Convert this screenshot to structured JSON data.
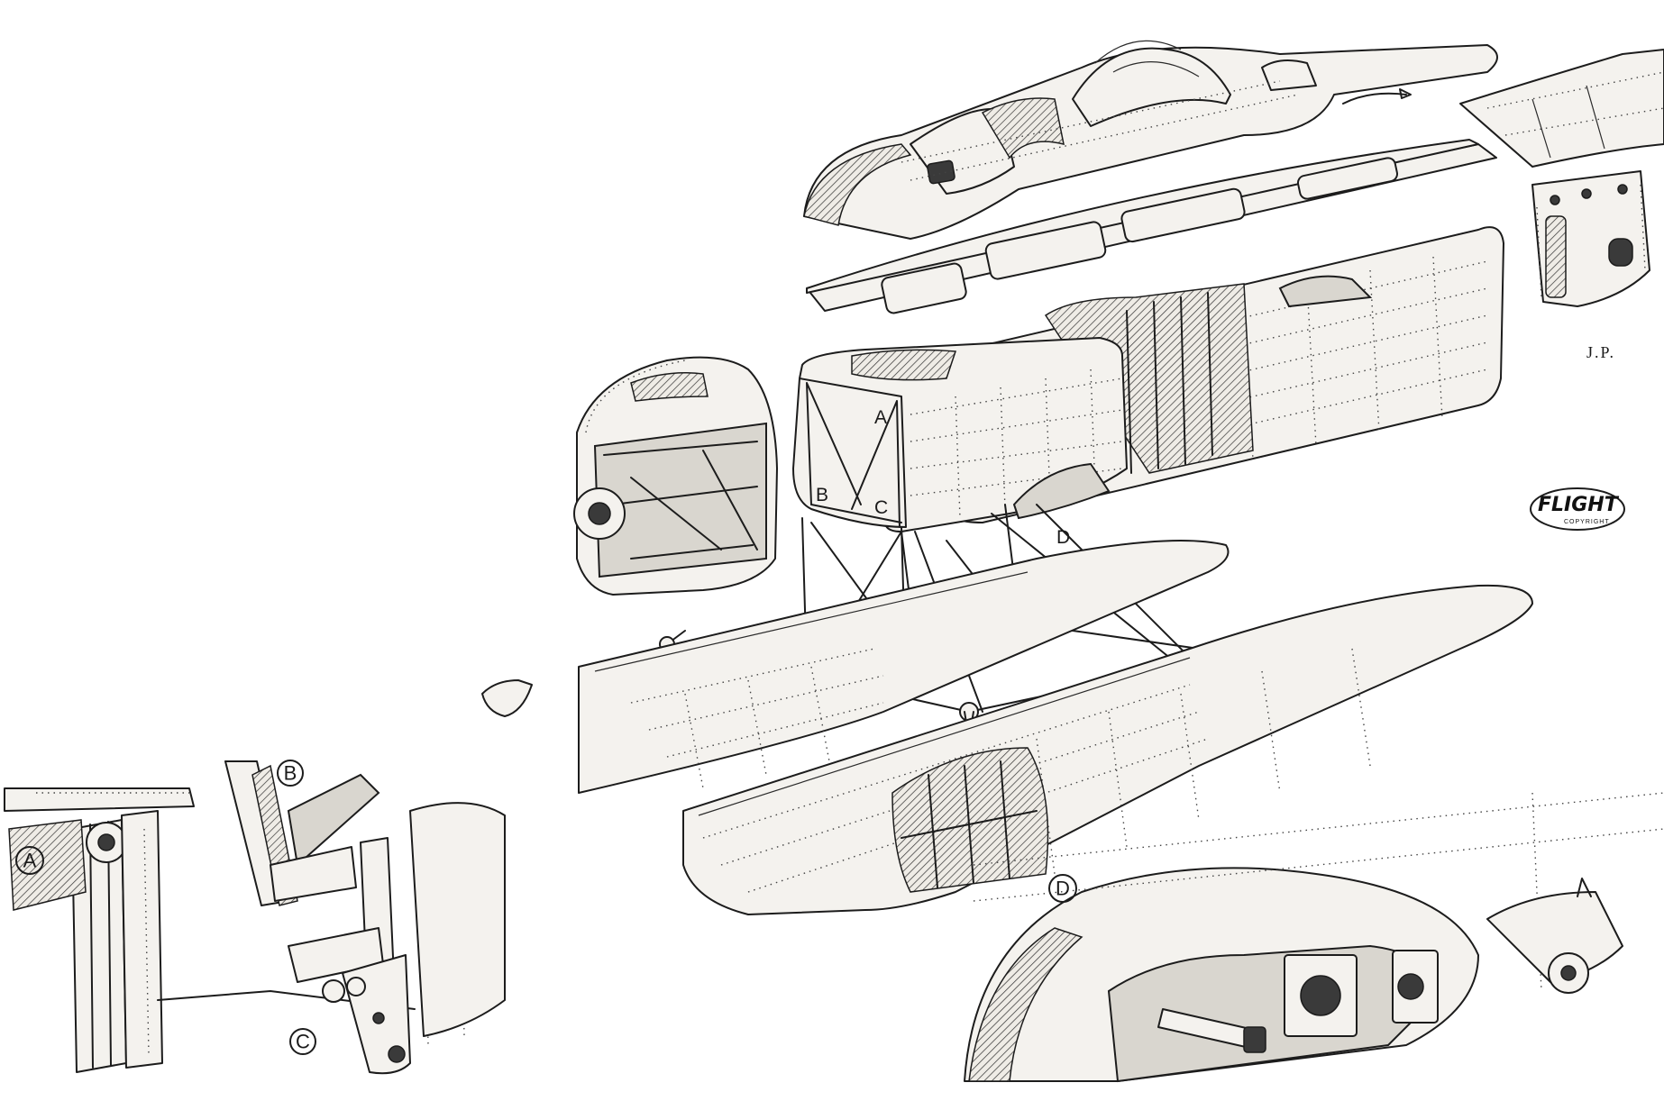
{
  "labels": {
    "detail_a_circled": "A",
    "detail_b_circled": "B",
    "detail_c_circled": "C",
    "detail_d_circled": "D",
    "frame_a": "A",
    "frame_b": "B",
    "frame_c": "C",
    "frame_d": "D"
  },
  "artist_initials": "J.P.",
  "logo": {
    "main": "FLIGHT",
    "sub": "COPYRIGHT"
  },
  "colors": {
    "ink": "#1c1c1c",
    "paper": "#ffffff",
    "skin": "#f4f2ee"
  }
}
